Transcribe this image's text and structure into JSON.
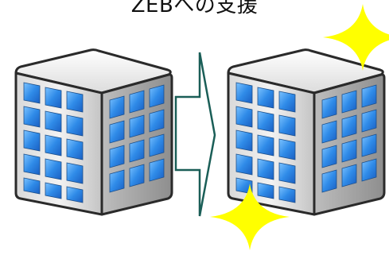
{
  "diagram": {
    "title": "ZEBへの支援",
    "nodes": [
      {
        "id": "building-before",
        "icon": "office-building-icon"
      },
      {
        "id": "building-after",
        "icon": "office-building-icon",
        "decoration": "sparkle-icon"
      }
    ],
    "edges": [
      {
        "from": "building-before",
        "to": "building-after",
        "icon": "arrow-right-icon"
      }
    ]
  },
  "colors": {
    "window_blue": "#2f8be8",
    "sparkle_yellow": "#ffff00",
    "arrow_stroke": "#1a5e57"
  }
}
